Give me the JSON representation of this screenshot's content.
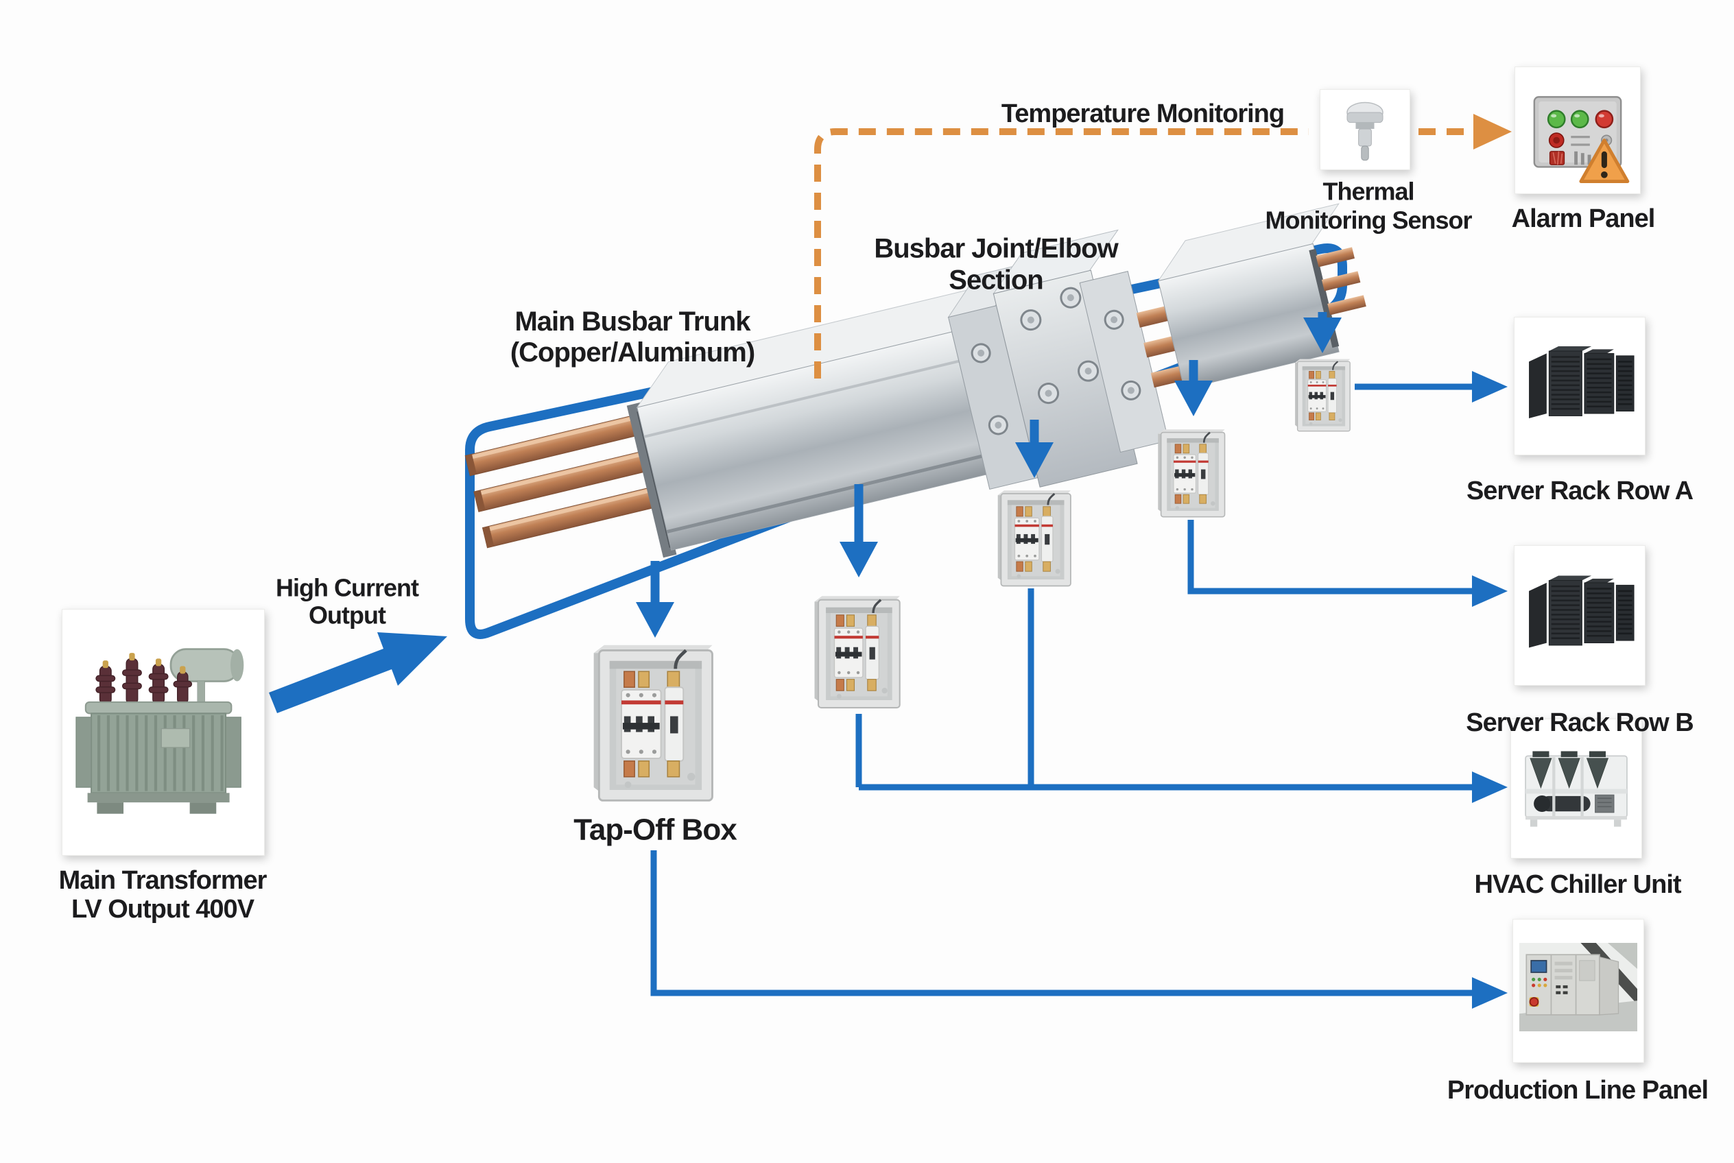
{
  "colors": {
    "connector_blue": "#1d6fc1",
    "monitoring_orange": "#dd8f42",
    "label_text": "#1c1c1e",
    "background": "#fdfdfd",
    "warning_orange": "#f0a04a",
    "led_green": "#5cb949",
    "led_red": "#d23b33",
    "copper": "#c08055"
  },
  "source": {
    "transformer_label_line1": "Main Transformer",
    "transformer_label_line2": "LV Output 400V",
    "arrow_label_line1": "High Current",
    "arrow_label_line2": "Output"
  },
  "distribution": {
    "busbar_label_line1": "Main Busbar Trunk",
    "busbar_label_line2": "(Copper/Aluminum)",
    "joint_label_line1": "Busbar Joint/Elbow",
    "joint_label_line2": "Section",
    "tap_off_label": "Tap-Off Box"
  },
  "monitoring": {
    "flow_label": "Temperature Monitoring",
    "sensor_label_line1": "Thermal",
    "sensor_label_line2": "Monitoring Sensor",
    "alarm_label": "Alarm Panel"
  },
  "loads": {
    "server_rack_a": "Server Rack Row A",
    "server_rack_b": "Server Rack Row B",
    "hvac": "HVAC Chiller Unit",
    "production": "Production Line Panel"
  }
}
